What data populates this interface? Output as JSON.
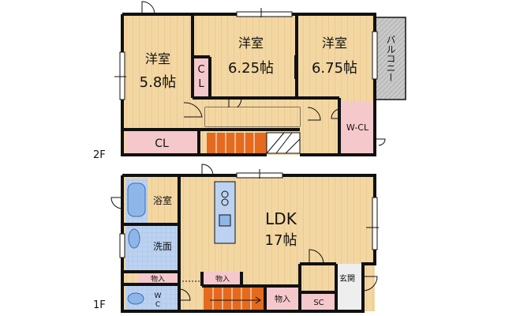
{
  "floor2": {
    "label": "2F",
    "rooms": [
      {
        "id": "western-room-1",
        "name": "洋室",
        "size": "5.8帖"
      },
      {
        "id": "western-room-2",
        "name": "洋室",
        "size": "6.25帖"
      },
      {
        "id": "western-room-3",
        "name": "洋室",
        "size": "6.75帖"
      },
      {
        "id": "closet-small",
        "name": "C\nL"
      },
      {
        "id": "closet-bottom",
        "name": "CL"
      },
      {
        "id": "walk-in-closet",
        "name": "W-CL"
      },
      {
        "id": "balcony",
        "name": "バルコニー"
      }
    ]
  },
  "floor1": {
    "label": "1F",
    "rooms": [
      {
        "id": "ldk",
        "name": "LDK",
        "size": "17帖"
      },
      {
        "id": "bathroom",
        "name": "浴室"
      },
      {
        "id": "washroom",
        "name": "洗面"
      },
      {
        "id": "toilet",
        "name": "W\nC"
      },
      {
        "id": "storage-1",
        "name": "物入"
      },
      {
        "id": "storage-2",
        "name": "物入"
      },
      {
        "id": "storage-3",
        "name": "物入"
      },
      {
        "id": "entrance",
        "name": "玄関"
      },
      {
        "id": "shoe-closet",
        "name": "SC"
      }
    ]
  },
  "colors": {
    "wood": "#f3d7a3",
    "wood_line": "#e2bd7d",
    "storage": "#f5c8cc",
    "tile": "#bcd2f0",
    "stairs": "#e46a1e",
    "balcony": "#c9c9c9"
  }
}
